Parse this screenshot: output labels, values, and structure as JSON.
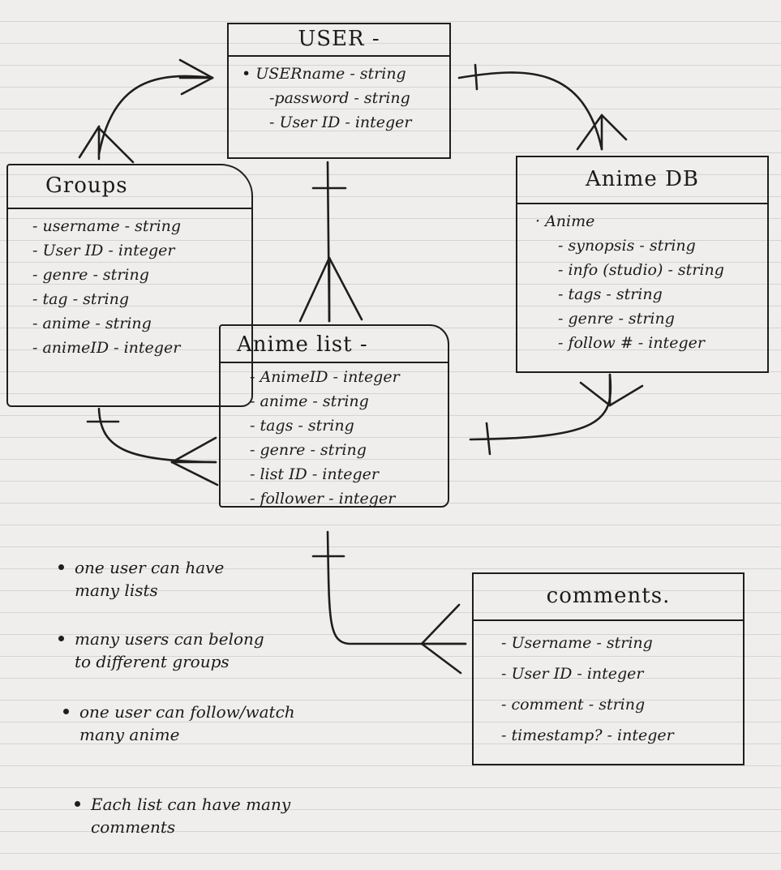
{
  "entities": {
    "user": {
      "title": "USER -",
      "fields": [
        "• USERname - string",
        "-password - string",
        "- User ID - integer"
      ]
    },
    "groups": {
      "title": "Groups",
      "fields": [
        "- username - string",
        "- User ID - integer",
        "- genre - string",
        "- tag - string",
        "- anime - string",
        "- animeID - integer"
      ]
    },
    "anime_db": {
      "title": "Anime DB",
      "fields": [
        "· Anime",
        "- synopsis - string",
        "- info (studio) - string",
        "- tags - string",
        "- genre - string",
        "- follow # - integer"
      ]
    },
    "anime_list": {
      "title": "Anime list -",
      "fields": [
        "- AnimeID - integer",
        "- anime - string",
        "- tags - string",
        "- genre - string",
        "- list ID - integer",
        "- follower - integer"
      ]
    },
    "comments": {
      "title": "comments.",
      "fields": [
        "- Username - string",
        "- User ID - integer",
        "- comment - string",
        "- timestamp? - integer"
      ]
    }
  },
  "notes": [
    "one user can have many lists",
    "many users can belong to different groups",
    "one user can follow/watch many anime",
    "Each list can have many comments"
  ]
}
